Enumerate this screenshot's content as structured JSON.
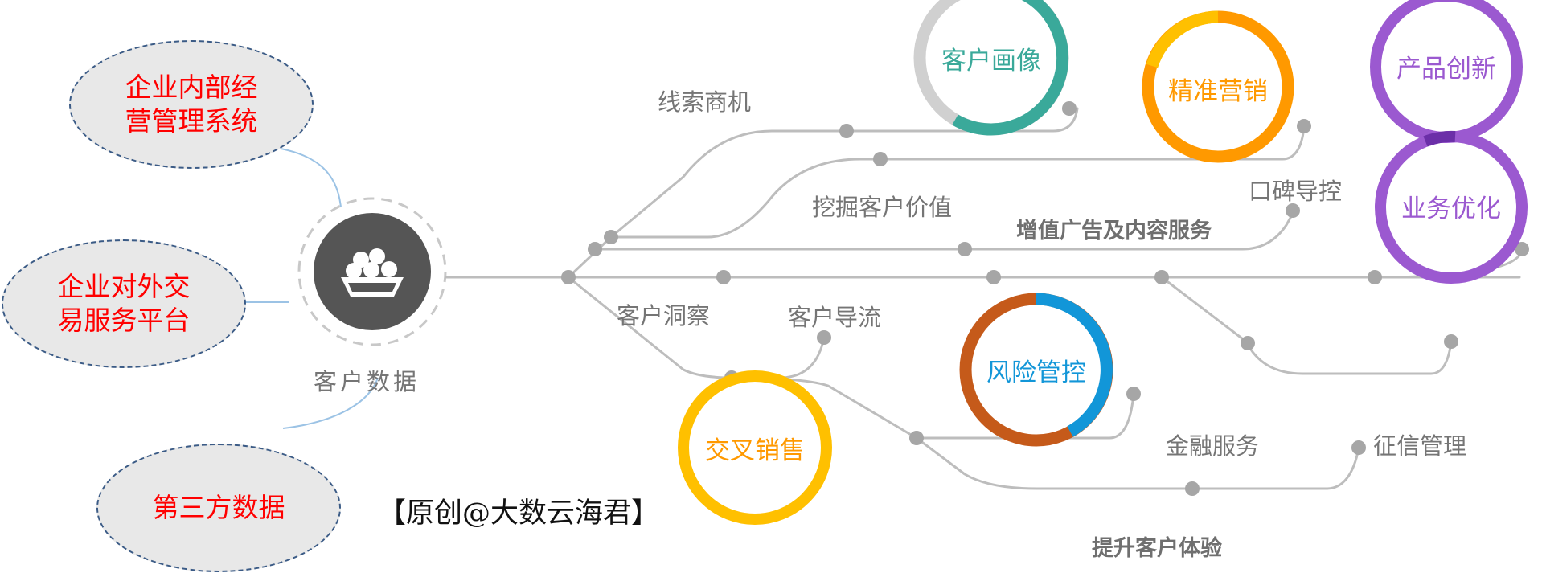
{
  "sources": {
    "internal": [
      "企业内部经",
      "营管理系统"
    ],
    "external": [
      "企业对外交",
      "易服务平台"
    ],
    "third_party": "第三方数据"
  },
  "hub": {
    "label": "客户数据",
    "icon": "data-basket-icon"
  },
  "watermark": "【原创@大数云海君】",
  "branch_labels": {
    "leads": "线索商机",
    "mine_value": "挖掘客户价值",
    "word_of_mouth": "口碑导控",
    "insight": "客户洞察",
    "guidance": "客户导流",
    "finance": "金融服务",
    "credit": "征信管理"
  },
  "section_labels": {
    "value_added": "增值广告及内容服务",
    "experience": "提升客户体验"
  },
  "outcomes": {
    "portrait": "客户画像",
    "precision": "精准营销",
    "innovation": "产品创新",
    "optimization": "业务优化",
    "risk": "风险管控",
    "cross_sell": "交叉销售"
  },
  "colors": {
    "line": "#bdbdbd",
    "node": "#a6a6a6",
    "source_text": "#ff0000",
    "portrait_ring": "#3aa99a",
    "precision_ring": "#ff9900",
    "innovation_ring": "#9b59d0",
    "risk_ring_blue": "#1296d8",
    "risk_ring_brown": "#c55a1a",
    "cross_sell_ring": "#ffc000"
  }
}
